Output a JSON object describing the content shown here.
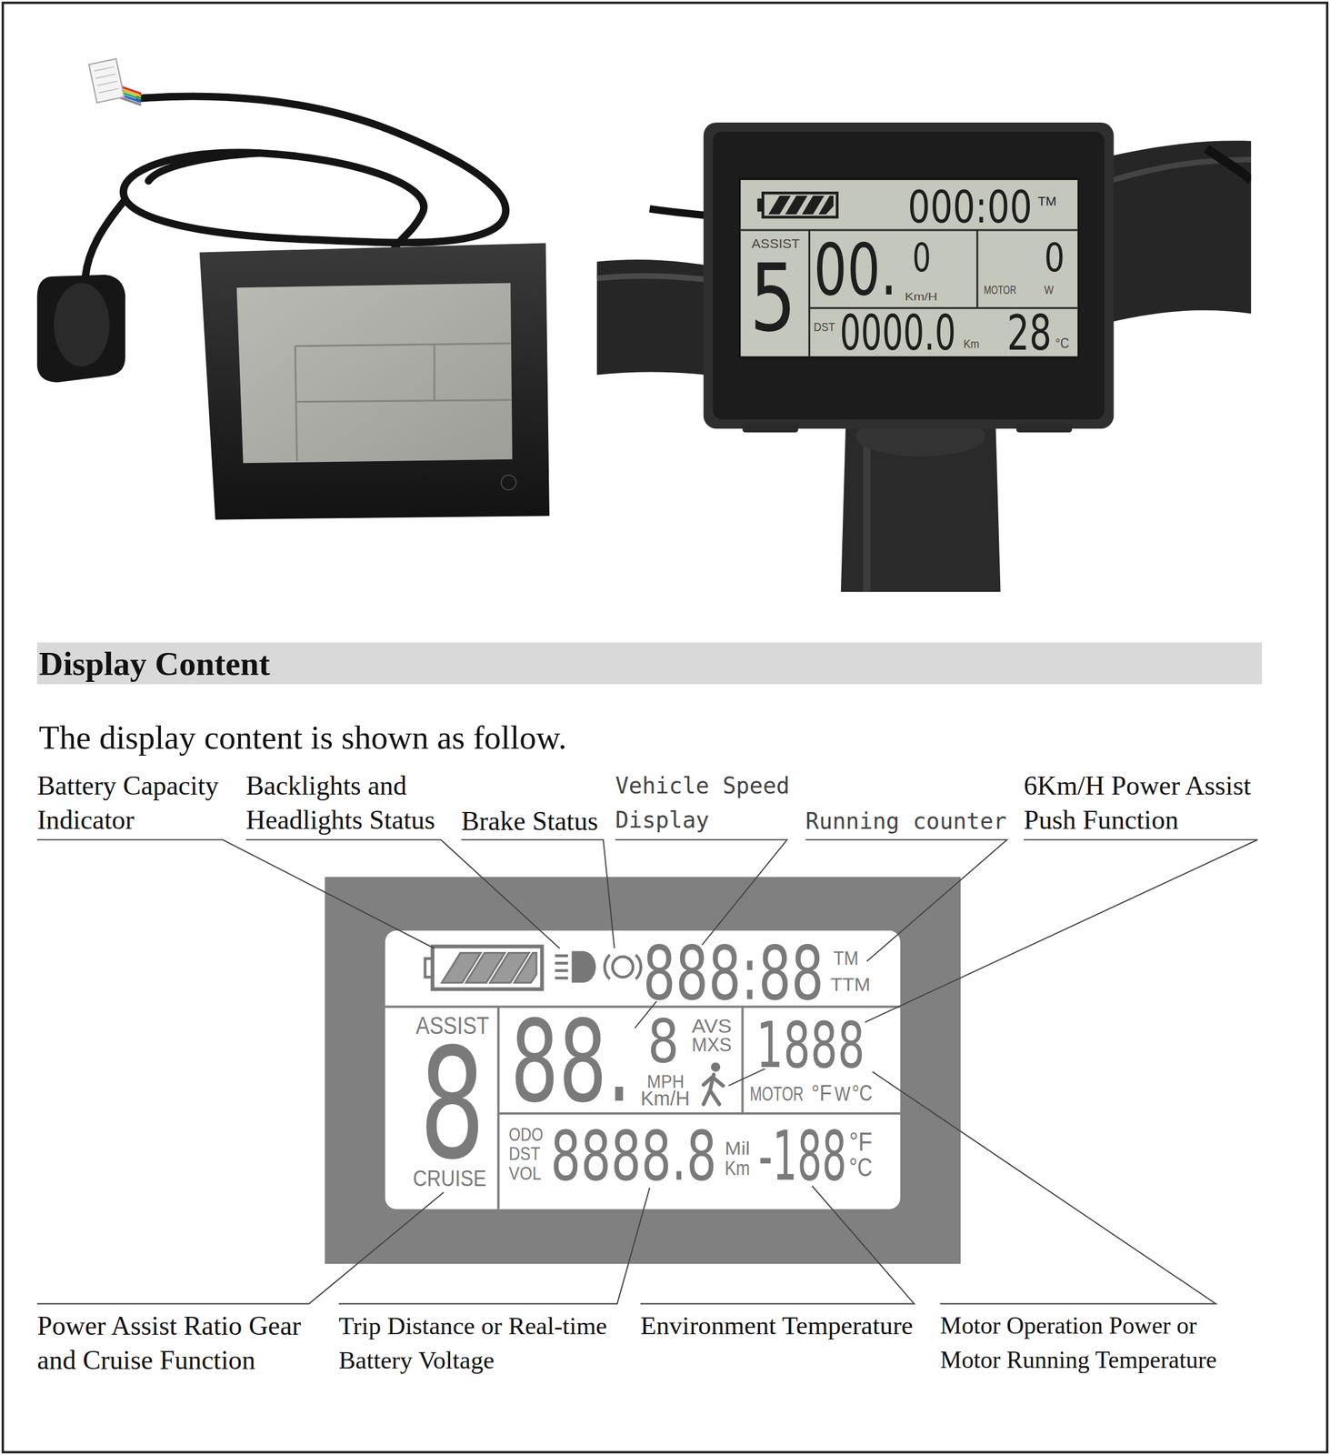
{
  "diagram": {
    "nodes": [
      {
        "text": [
          "000:00",
          "TM"
        ]
      },
      {
        "text": [
          "ASSIST",
          "5"
        ]
      },
      {
        "text": [
          "00.",
          "0",
          "Km/H"
        ]
      },
      {
        "text": [
          "0",
          "MOTOR",
          "W"
        ]
      },
      {
        "text": [
          "DST",
          "0000.0",
          "Km",
          "28",
          "°C"
        ]
      },
      {
        "text": [
          "Display Content"
        ]
      },
      {
        "text": [
          "888:88",
          "TM",
          "TTM"
        ]
      },
      {
        "text": [
          "ASSIST",
          "8",
          "CRUISE"
        ]
      },
      {
        "text": [
          "88.",
          "8",
          "AVS",
          "MXS",
          "MPH",
          "Km/H"
        ]
      },
      {
        "text": [
          "1888",
          "MOTOR",
          "°F",
          "W",
          "°C"
        ]
      },
      {
        "text": [
          "ODO",
          "DST",
          "VOL",
          "8888.8",
          "Mil",
          "Km",
          "-188",
          "°F",
          "°C"
        ]
      }
    ],
    "labels": [
      "The display content is shown as follow.",
      "Battery Capacity Indicator",
      "Backlights and Headlights Status",
      "Brake Status",
      "Vehicle Speed Display",
      "Running counter",
      "6Km/H Power Assist Push Function",
      "Power Assist Ratio Gear and Cruise Function",
      "Trip Distance or Real-time Battery Voltage",
      "Environment Temperature",
      "Motor Operation Power or Motor Running Temperature"
    ]
  }
}
